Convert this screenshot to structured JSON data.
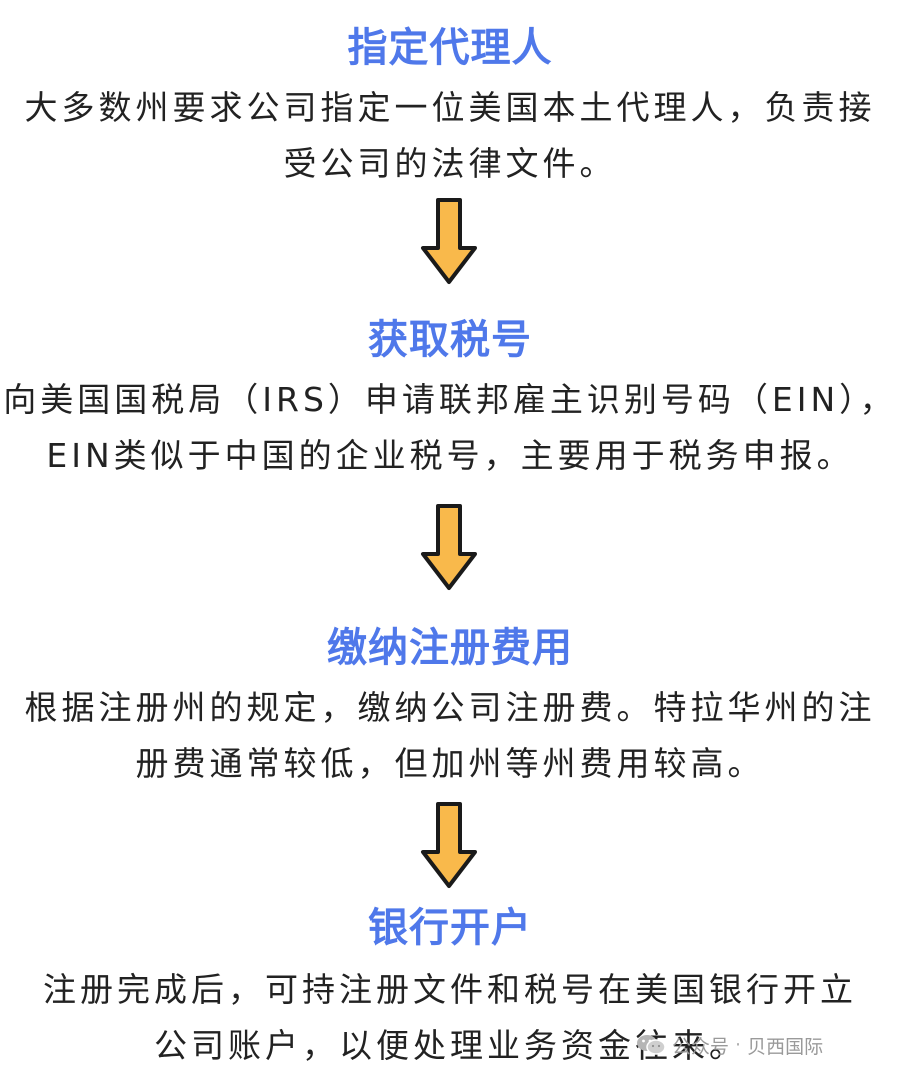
{
  "steps": [
    {
      "title": "指定代理人",
      "lines": [
        "大多数州要求公司指定一位美国本土代理人，负责接",
        "受公司的法律文件。"
      ]
    },
    {
      "title": "获取税号",
      "lines": [
        "向美国国税局（IRS）申请联邦雇主识别号码（EIN），",
        "EIN类似于中国的企业税号，主要用于税务申报。"
      ]
    },
    {
      "title": "缴纳注册费用",
      "lines": [
        "根据注册州的规定，缴纳公司注册费。特拉华州的注",
        "册费通常较低，但加州等州费用较高。"
      ]
    },
    {
      "title": "银行开户",
      "lines": [
        "注册完成后，可持注册文件和税号在美国银行开立",
        "公司账户，以便处理业务资金往来。"
      ]
    }
  ],
  "watermark": {
    "icon": "wechat-icon",
    "prefix": "公众号",
    "separator": "·",
    "account": "贝西国际"
  },
  "colors": {
    "title": "#4f78ea",
    "text": "#222222",
    "arrow_fill": "#f9b94b",
    "arrow_stroke": "#1a1a1a",
    "watermark": "#9a9a9a"
  }
}
